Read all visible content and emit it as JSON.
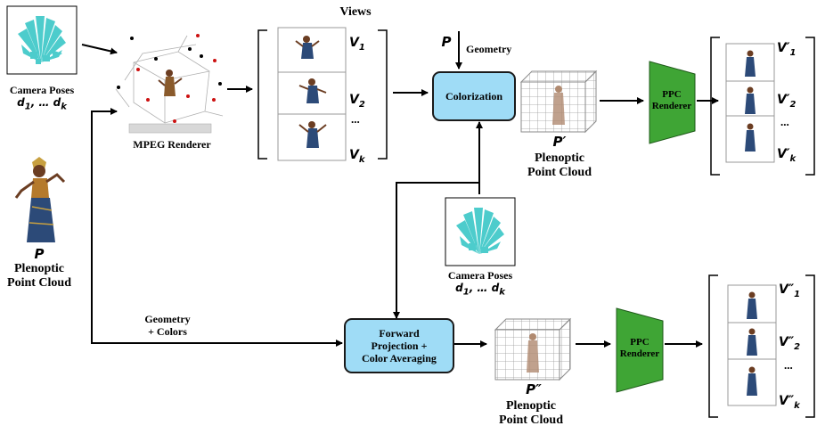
{
  "top": {
    "camera_poses_label": "Camera Poses",
    "camera_poses_sub": "d",
    "mpeg_renderer_label": "MPEG Renderer",
    "views_title": "Views",
    "geometry_input_symbol": "P",
    "geometry_label": "Geometry",
    "colorization_label": "Colorization",
    "view_labels": [
      "V",
      "V",
      "V"
    ],
    "view_subs": [
      "1",
      "2",
      "k"
    ],
    "view_ellipsis": "...",
    "ppc_prime_symbol": "P′",
    "ppc_label_line1": "Plenoptic",
    "ppc_label_line2": "Point Cloud",
    "ppc_renderer_line1": "PPC",
    "ppc_renderer_line2": "Renderer",
    "out_labels": [
      "V′",
      "V′",
      "V′"
    ],
    "out_subs": [
      "1",
      "2",
      "k"
    ],
    "out_ellipsis": "..."
  },
  "left": {
    "source_symbol": "P",
    "source_line1": "Plenoptic",
    "source_line2": "Point Cloud"
  },
  "middle": {
    "camera_poses_label": "Camera Poses",
    "geometry_colors_line1": "Geometry",
    "geometry_colors_line2": "+ Colors"
  },
  "bottom": {
    "forward_line1": "Forward",
    "forward_line2": "Projection +",
    "forward_line3": "Color Averaging",
    "ppc_double_symbol": "P″",
    "ppc_label_line1": "Plenoptic",
    "ppc_label_line2": "Point Cloud",
    "ppc_renderer_line1": "PPC",
    "ppc_renderer_line2": "Renderer",
    "out_labels": [
      "V″",
      "V″",
      "V″"
    ],
    "out_subs": [
      "1",
      "2",
      "k"
    ],
    "out_ellipsis": "..."
  },
  "colors": {
    "process_box": "#9fdcf6",
    "renderer_trapezoid": "#3fa535",
    "camera_fan": "#2ec4c4",
    "arrow": "#000000"
  }
}
